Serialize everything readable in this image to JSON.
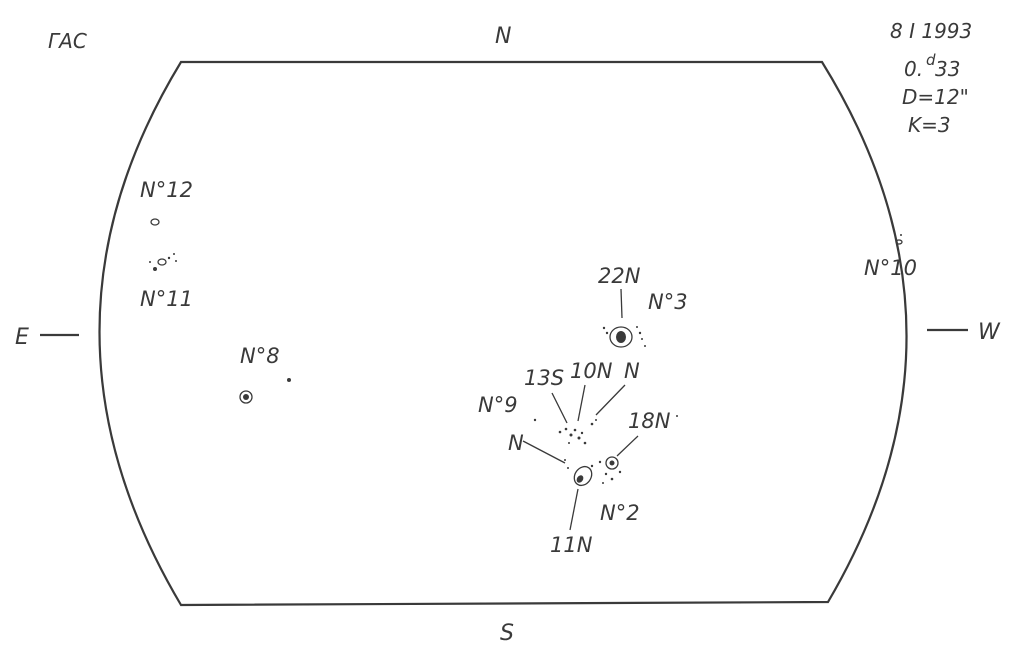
{
  "header": {
    "observer": "ГАС",
    "date": "8 I 1993",
    "time_main": "0.",
    "time_sup": "d",
    "time_frac": "33",
    "diameter": "D=12\"",
    "k_value": "K=3"
  },
  "directions": {
    "north": "N",
    "south": "S",
    "east": "E",
    "west": "W"
  },
  "groups": {
    "g12": "N°12",
    "g11": "N°11",
    "g10": "N°10",
    "g8": "N°8",
    "g3": "N°3",
    "g9": "N°9",
    "g2": "N°2"
  },
  "spot_labels": {
    "s22n": "22N",
    "s13s": "13S",
    "s10n": "10N",
    "s_n_upper": "N",
    "s18n": "18N",
    "s_n_left": "N",
    "s11n": "11N"
  },
  "colors": {
    "ink": "#3a3a3a",
    "paper": "#ffffff"
  }
}
